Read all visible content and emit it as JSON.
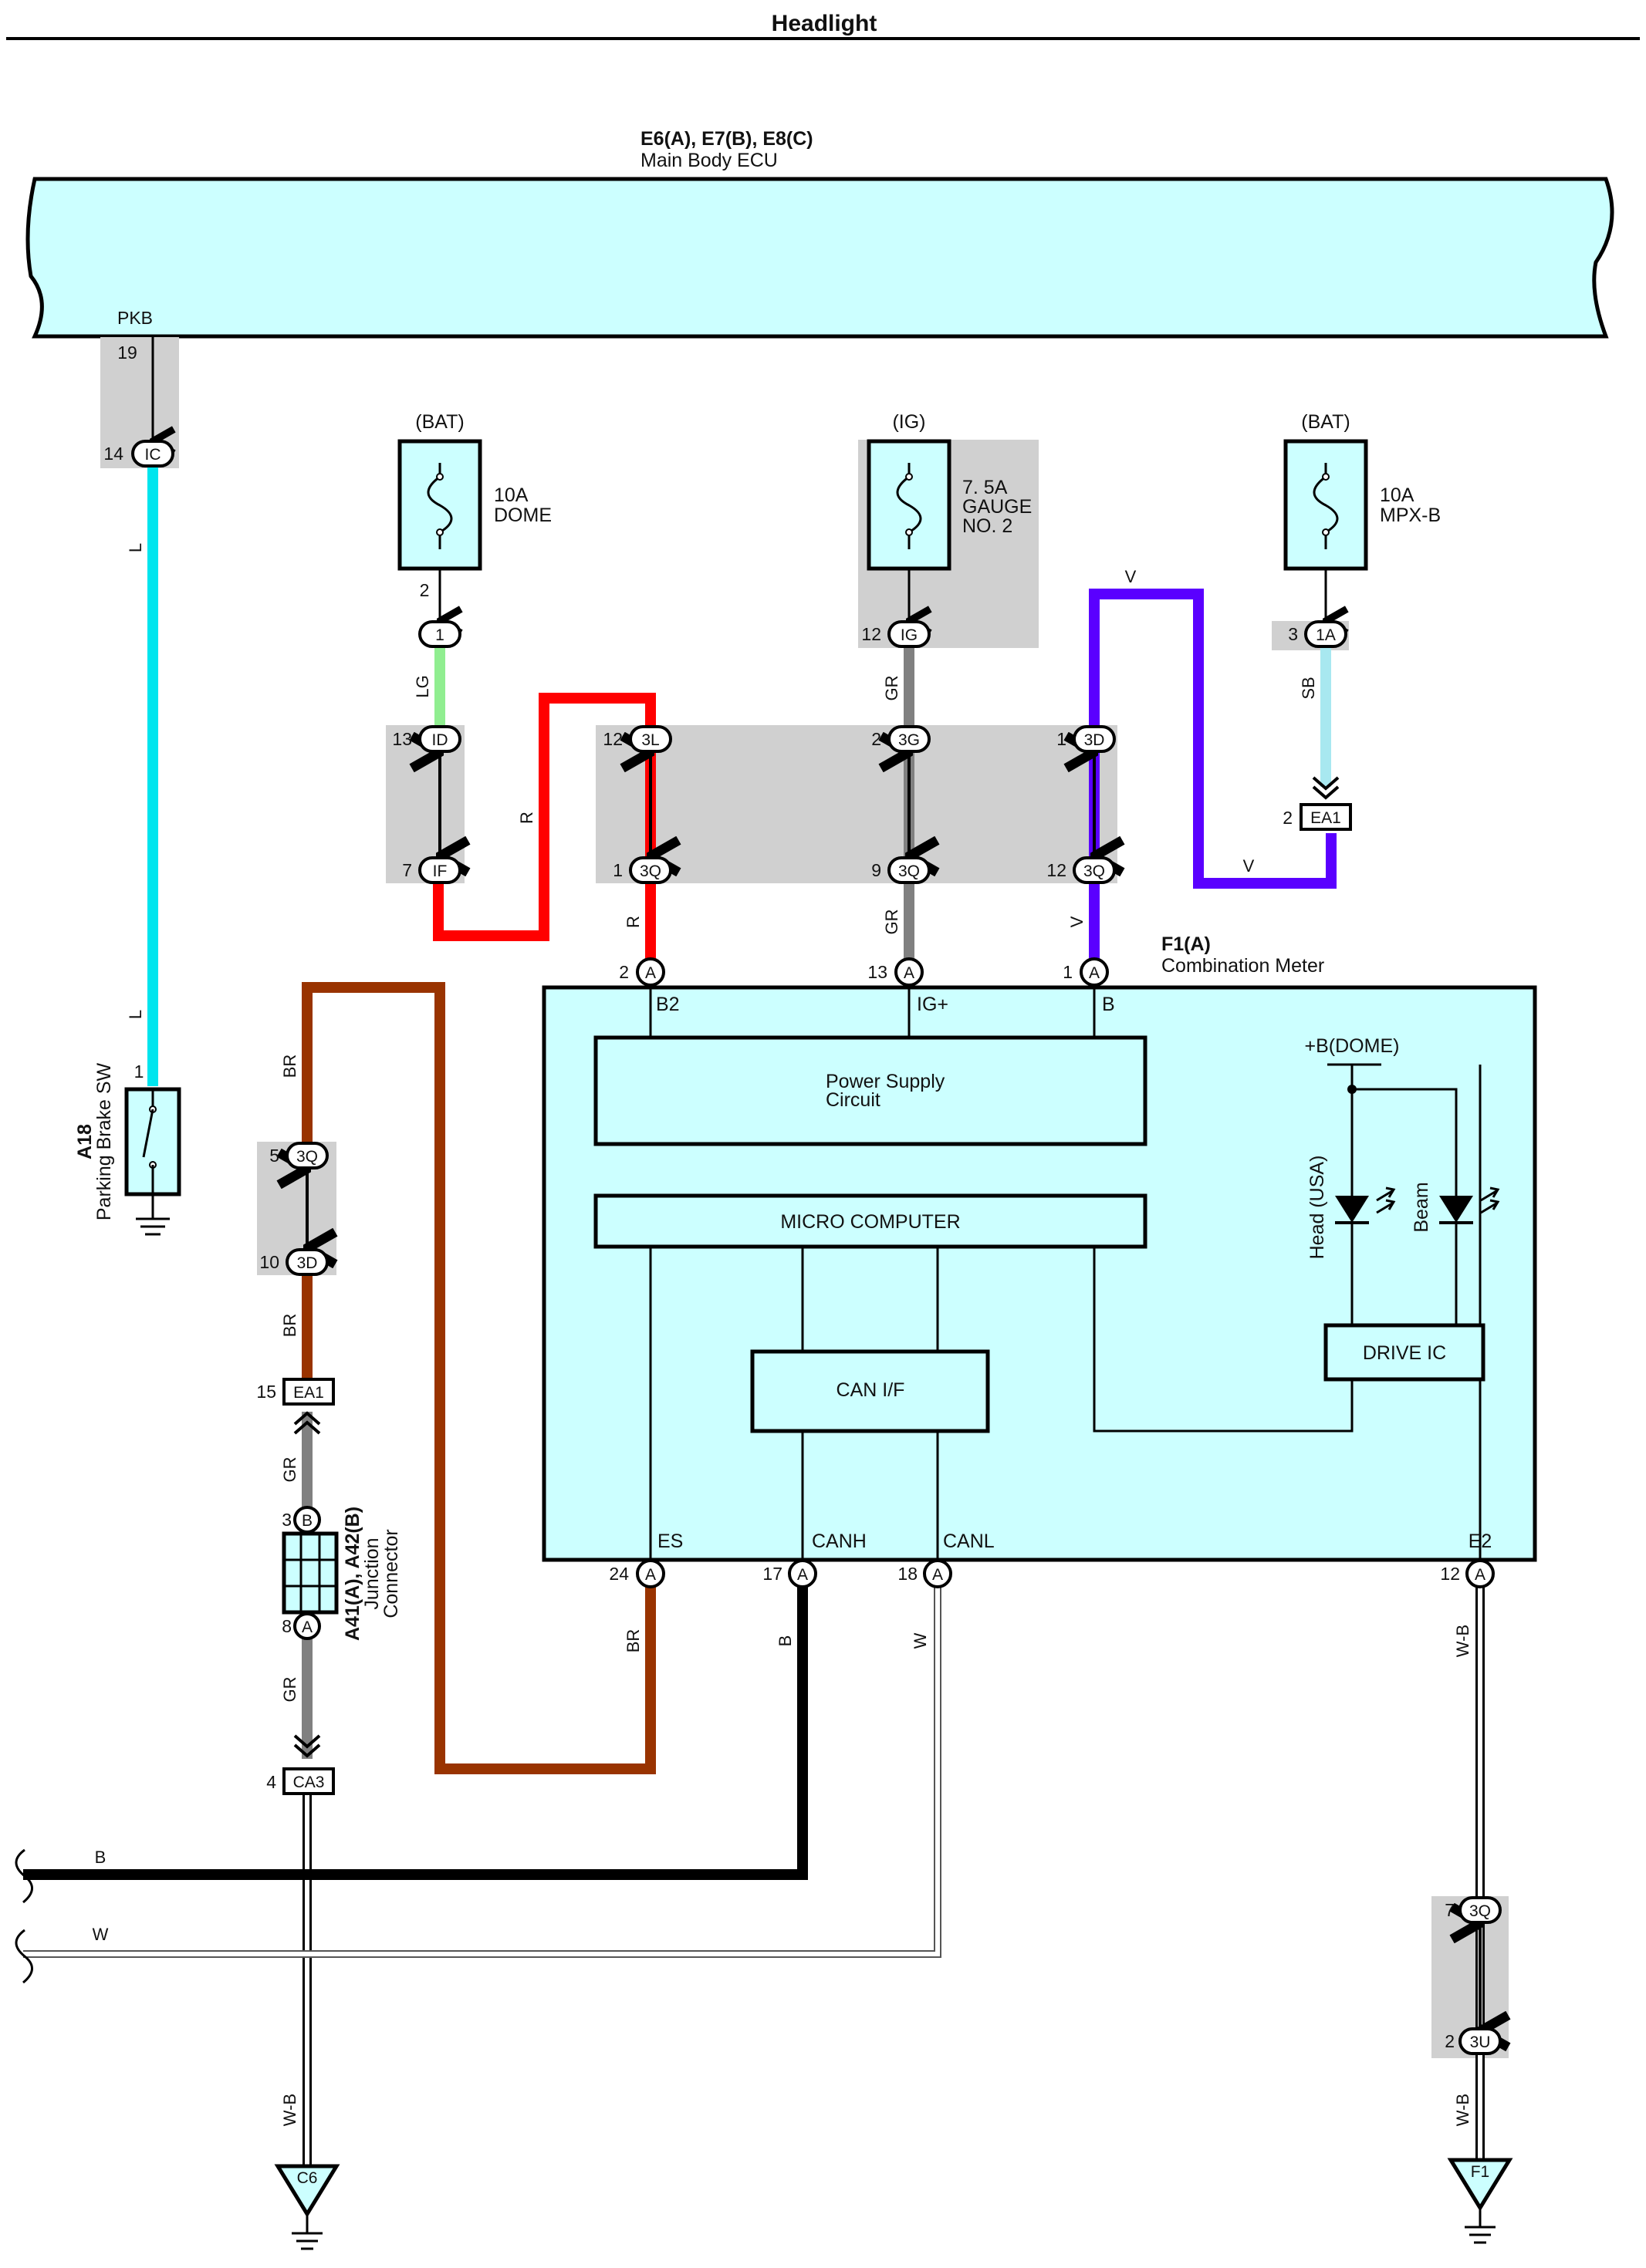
{
  "title": "Headlight",
  "ecu": {
    "code": "E6(A), E7(B), E8(C)",
    "name": "Main Body ECU",
    "pkb_label": "PKB",
    "pkb_pin": "19"
  },
  "colors": {
    "L": "#00e5ee",
    "LG": "#90ee90",
    "R": "#ff0000",
    "GR": "#808080",
    "V": "#5a00ff",
    "SB": "#a8e8f0",
    "BR": "#993300",
    "B": "#000000",
    "W": "#ffffff",
    "W-B": "#ffffff",
    "component_fill": "#ccffff",
    "splice_shade": "#d0d0d0"
  },
  "fuses": [
    {
      "source": "(BAT)",
      "rating": "10A",
      "name": "DOME",
      "name2": "",
      "pin": "2",
      "conn": "1",
      "conn_pin": ""
    },
    {
      "source": "(IG)",
      "rating": "7. 5A",
      "name": "GAUGE",
      "name2": "NO. 2",
      "pin": "",
      "conn": "IG",
      "conn_pin": "12"
    },
    {
      "source": "(BAT)",
      "rating": "10A",
      "name": "MPX-B",
      "name2": "",
      "pin": "",
      "conn": "1A",
      "conn_pin": "3"
    }
  ],
  "wires": {
    "pkb_top": "L",
    "pkb_bottom": "L",
    "dome": "LG",
    "red_mid": "R",
    "red_bottom": "R",
    "gauge_top": "GR",
    "gauge_bottom": "GR",
    "v_top": "V",
    "v_mid": "V",
    "v_bottom": "V",
    "mpx": "SB",
    "br_top": "BR",
    "br_mid": "BR",
    "gr_a": "GR",
    "gr_b": "GR",
    "br_es": "BR",
    "canh": "B",
    "canl": "W",
    "e2": "W-B",
    "bus_b": "B",
    "bus_w": "W",
    "gnd_c6": "W-B",
    "gnd_f1": "W-B"
  },
  "connectors": {
    "ic": {
      "pin": "14",
      "label": "IC"
    },
    "id": {
      "pin": "13",
      "label": "ID"
    },
    "if": {
      "pin": "7",
      "label": "IF"
    },
    "c3l": {
      "pin": "12",
      "label": "3L"
    },
    "c3g": {
      "pin": "2",
      "label": "3G"
    },
    "c3d_top": {
      "pin": "1",
      "label": "3D"
    },
    "c3q_1": {
      "pin": "1",
      "label": "3Q"
    },
    "c3q_9": {
      "pin": "9",
      "label": "3Q"
    },
    "c3q_12": {
      "pin": "12",
      "label": "3Q"
    },
    "ea1_top": {
      "pin": "2",
      "label": "EA1"
    },
    "c3q_5": {
      "pin": "5",
      "label": "3Q"
    },
    "c3d_10": {
      "pin": "10",
      "label": "3D"
    },
    "ea1_15": {
      "pin": "15",
      "label": "EA1"
    },
    "jb": {
      "pin": "3",
      "label": "B"
    },
    "ja": {
      "pin": "8",
      "label": "A"
    },
    "ca3": {
      "pin": "4",
      "label": "CA3"
    },
    "c3q_7": {
      "pin": "7",
      "label": "3Q"
    },
    "c3u_2": {
      "pin": "2",
      "label": "3U"
    }
  },
  "meter": {
    "code": "F1(A)",
    "name": "Combination Meter",
    "top_pins": [
      {
        "pin": "2",
        "label": "A",
        "port": "B2"
      },
      {
        "pin": "13",
        "label": "A",
        "port": "IG+"
      },
      {
        "pin": "1",
        "label": "A",
        "port": "B"
      }
    ],
    "bottom_pins": [
      {
        "pin": "24",
        "label": "A",
        "port": "ES"
      },
      {
        "pin": "17",
        "label": "A",
        "port": "CANH"
      },
      {
        "pin": "18",
        "label": "A",
        "port": "CANL"
      },
      {
        "pin": "12",
        "label": "A",
        "port": "E2"
      }
    ],
    "power_supply": [
      "Power Supply",
      "Circuit"
    ],
    "micro": "MICRO COMPUTER",
    "can_if": "CAN I/F",
    "drive_ic": "DRIVE IC",
    "dome": "+B(DOME)",
    "led1": "Head (USA)",
    "led2": "Beam"
  },
  "parking_switch": {
    "code": "A18",
    "name": "Parking Brake SW",
    "pin": "1"
  },
  "junction": {
    "code": "A41(A), A42(B)",
    "name1": "Junction",
    "name2": "Connector"
  },
  "grounds": {
    "left": "C6",
    "right": "F1"
  }
}
